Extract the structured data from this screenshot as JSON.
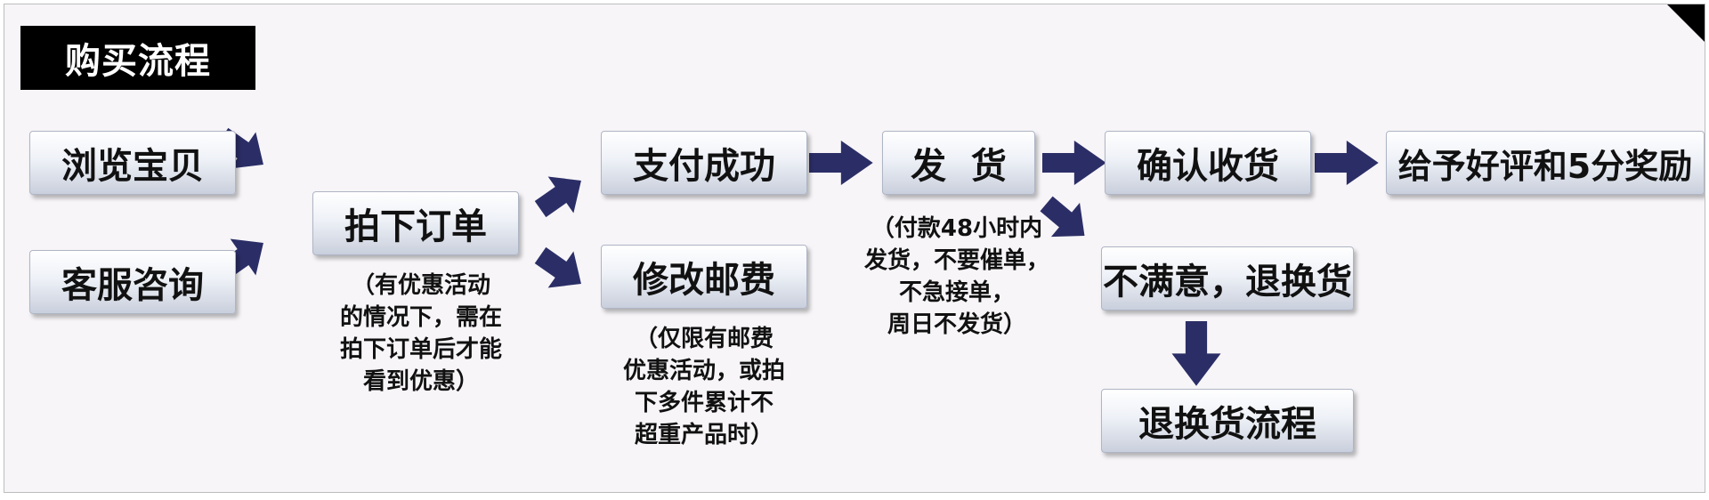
{
  "title": "购买流程",
  "steps": {
    "browse": "浏览宝贝",
    "consult": "客服咨询",
    "order": "拍下订单",
    "pay_success": "支付成功",
    "modify_shipping": "修改邮费",
    "ship": "发  货",
    "confirm_receipt": "确认收货",
    "review_reward": "给予好评和5分奖励",
    "unsatisfied": "不满意，退换货",
    "return_process": "退换货流程"
  },
  "notes": {
    "order": "（有优惠活动\n的情况下，需在\n拍下订单后才能\n看到优惠）",
    "modify_shipping": "（仅限有邮费\n优惠活动，或拍\n下多件累计不\n超重产品时）",
    "ship": "（付款48小时内\n发货，不要催单，\n不急接单，\n周日不发货）"
  },
  "colors": {
    "arrow": "#2b2e66",
    "title_bg": "#000000",
    "box_top": "#ffffff",
    "box_bottom": "#c9cfdc"
  }
}
